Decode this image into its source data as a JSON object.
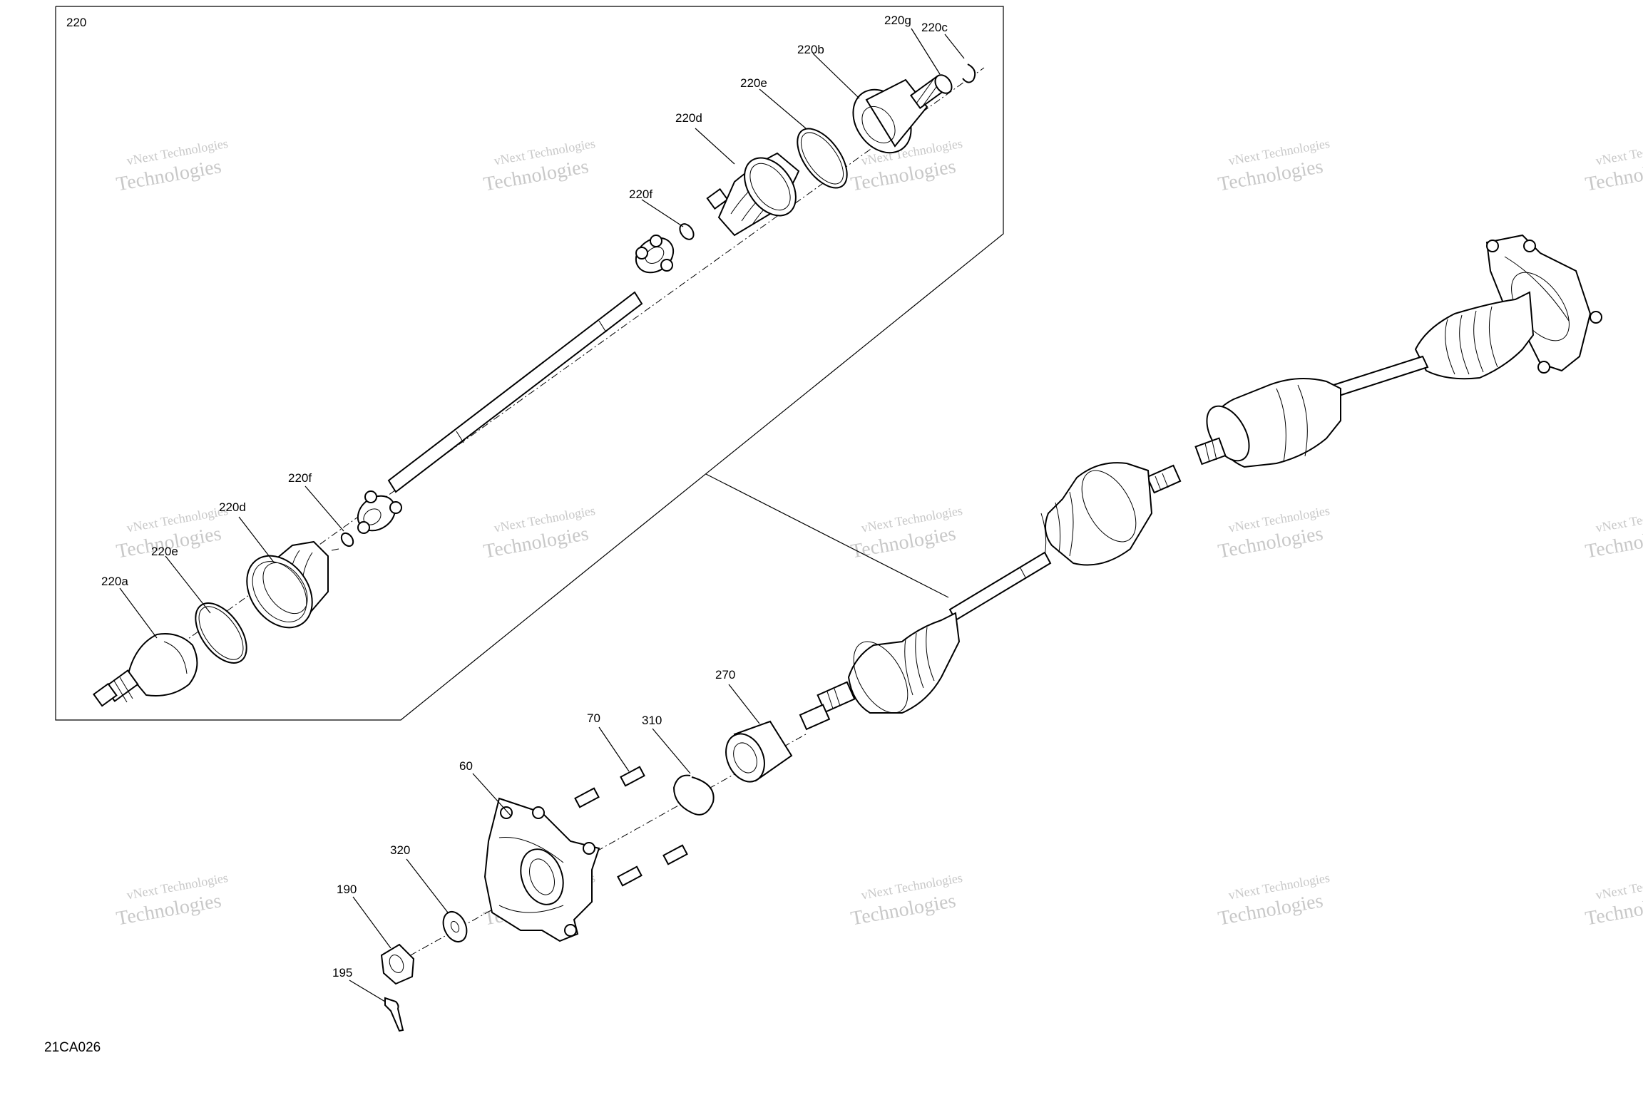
{
  "diagram": {
    "group_label": "220",
    "figure_code": "21CA026",
    "watermark": {
      "line1": "vNext Technologies",
      "line2": "Technologies"
    },
    "callouts": [
      {
        "id": "220",
        "text": "220"
      },
      {
        "id": "220g",
        "text": "220g"
      },
      {
        "id": "220c",
        "text": "220c"
      },
      {
        "id": "220b",
        "text": "220b"
      },
      {
        "id": "220e_top",
        "text": "220e"
      },
      {
        "id": "220d_top",
        "text": "220d"
      },
      {
        "id": "220f_top",
        "text": "220f"
      },
      {
        "id": "220f_bottom",
        "text": "220f"
      },
      {
        "id": "220d_bottom",
        "text": "220d"
      },
      {
        "id": "220e_bottom",
        "text": "220e"
      },
      {
        "id": "220a",
        "text": "220a"
      },
      {
        "id": "270",
        "text": "270"
      },
      {
        "id": "70",
        "text": "70"
      },
      {
        "id": "310",
        "text": "310"
      },
      {
        "id": "60",
        "text": "60"
      },
      {
        "id": "320",
        "text": "320"
      },
      {
        "id": "190",
        "text": "190"
      },
      {
        "id": "195",
        "text": "195"
      }
    ]
  }
}
